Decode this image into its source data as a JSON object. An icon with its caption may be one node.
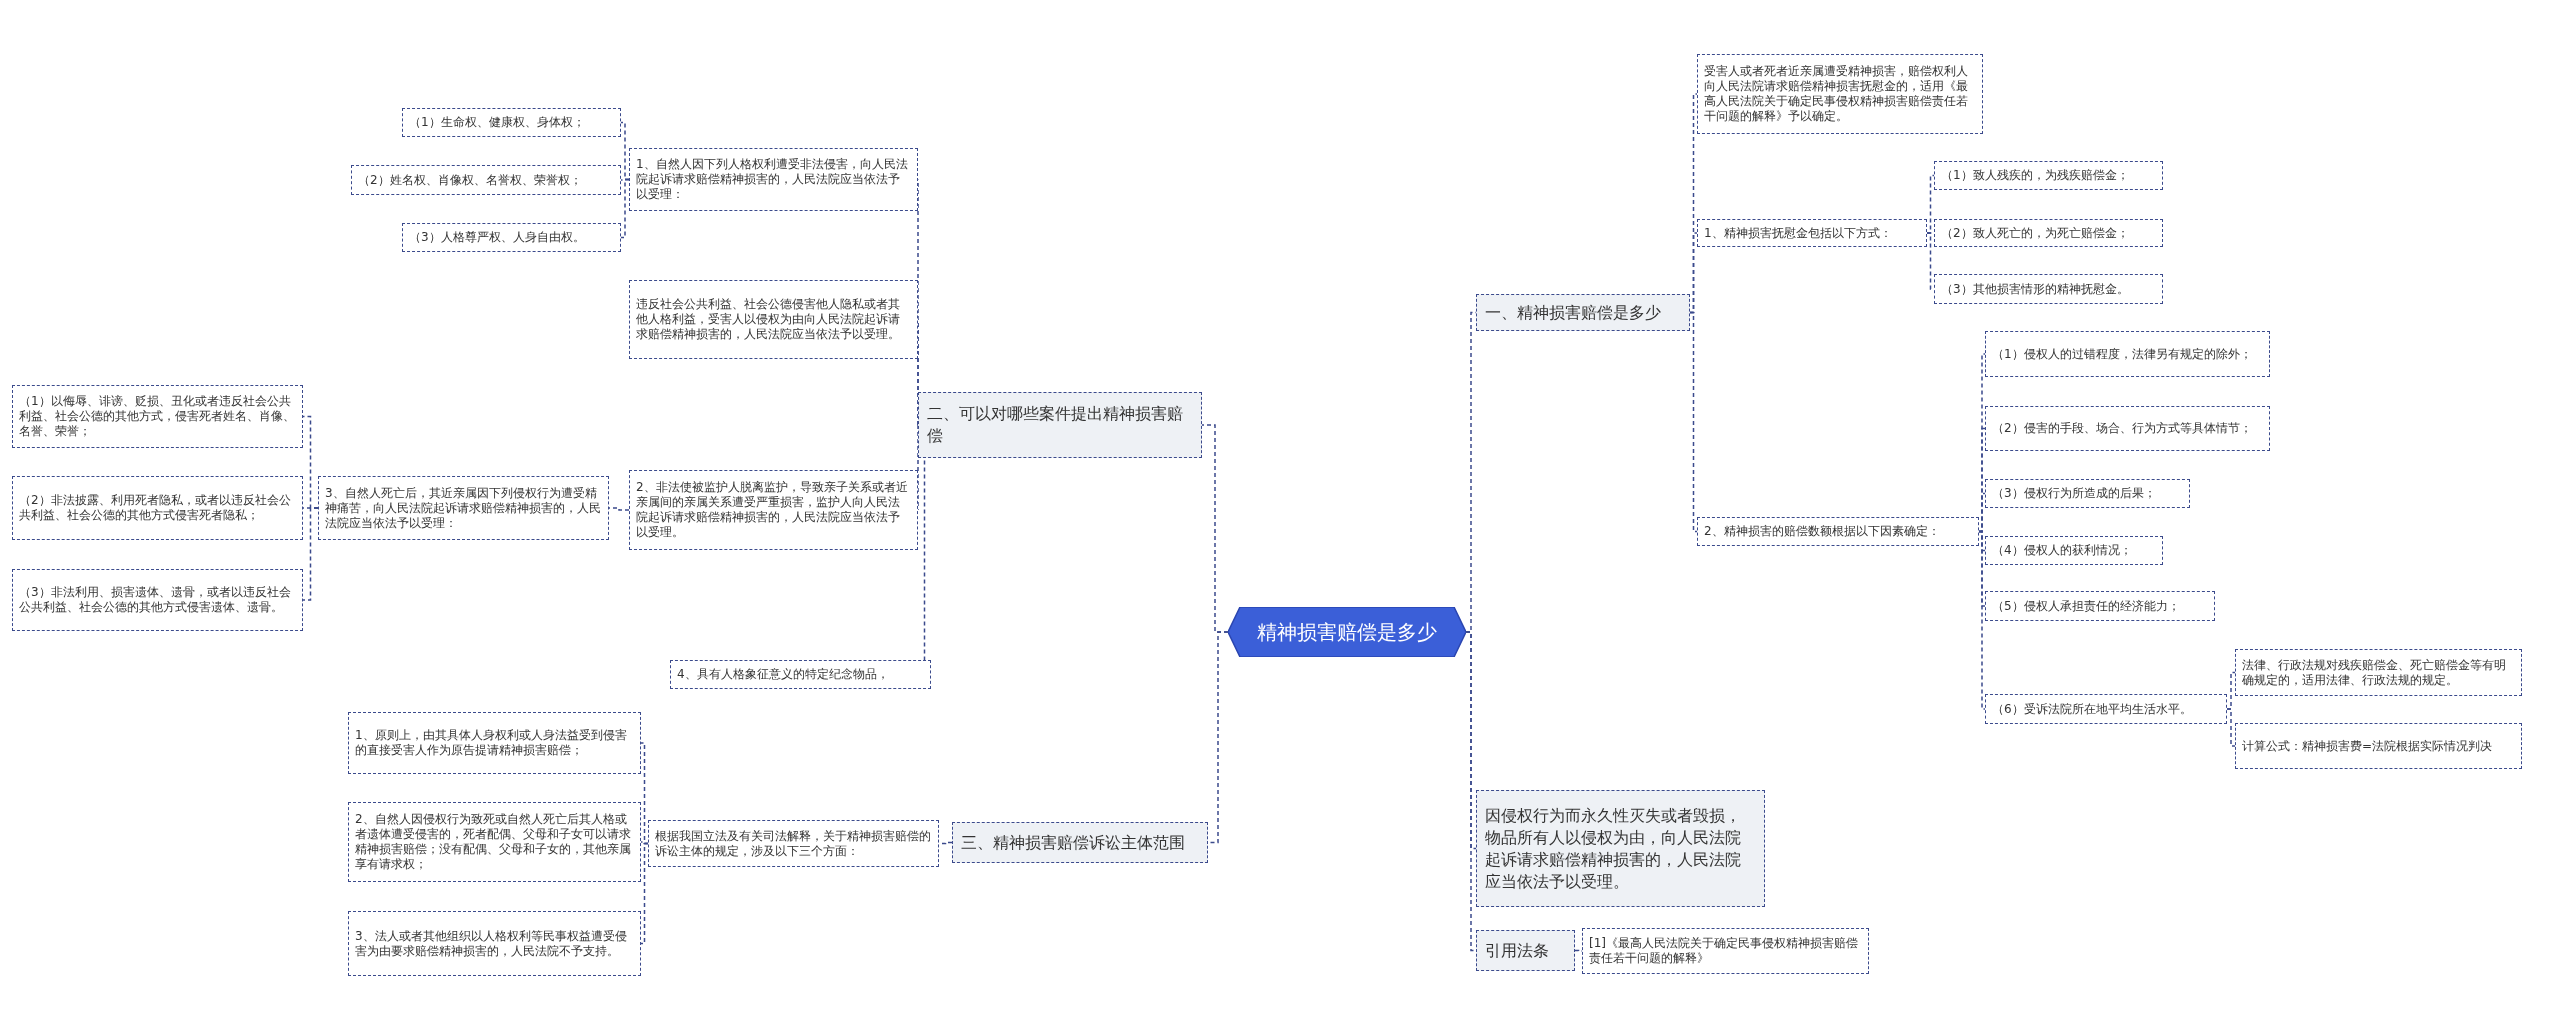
{
  "diagram": {
    "nodes": [
      {
        "text": [
          "精神损害赔偿是多少"
        ]
      },
      {
        "text": [
          "二、可以对哪些案件提出精神损害赔偿"
        ]
      },
      {
        "text": [
          "1、自然人因下列人格权利遭受非法侵害，向人民法院起诉请求赔偿精神损害的，人民法院应当依法予以受理："
        ]
      },
      {
        "text": [
          "（1）生命权、健康权、身体权；"
        ]
      },
      {
        "text": [
          "（2）姓名权、肖像权、名誉权、荣誉权；"
        ]
      },
      {
        "text": [
          "（3）人格尊严权、人身自由权。"
        ]
      },
      {
        "text": [
          "违反社会公共利益、社会公德侵害他人隐私或者其他人格利益，受害人以侵权为由向人民法院起诉请求赔偿精神损害的，人民法院应当依法予以受理。"
        ]
      },
      {
        "text": [
          "2、非法使被监护人脱离监护，导致亲子关系或者近亲属间的亲属关系遭受严重损害，监护人向人民法院起诉请求赔偿精神损害的，人民法院应当依法予以受理。"
        ]
      },
      {
        "text": [
          "3、自然人死亡后，其近亲属因下列侵权行为遭受精神痛苦，向人民法院起诉请求赔偿精神损害的，人民法院应当依法予以受理："
        ]
      },
      {
        "text": [
          "（1）以侮辱、诽谤、贬损、丑化或者违反社会公共利益、社会公德的其他方式，侵害死者姓名、肖像、名誉、荣誉；"
        ]
      },
      {
        "text": [
          "（2）非法披露、利用死者隐私，或者以违反社会公共利益、社会公德的其他方式侵害死者隐私；"
        ]
      },
      {
        "text": [
          "（3）非法利用、损害遗体、遗骨，或者以违反社会公共利益、社会公德的其他方式侵害遗体、遗骨。"
        ]
      },
      {
        "text": [
          "4、具有人格象征意义的特定纪念物品，"
        ]
      },
      {
        "text": [
          "三、精神损害赔偿诉讼主体范围"
        ]
      },
      {
        "text": [
          "根据我国立法及有关司法解释，关于精神损害赔偿的诉讼主体的规定，涉及以下三个方面："
        ]
      },
      {
        "text": [
          "1、原则上，由其具体人身权利或人身法益受到侵害的直接受害人作为原告提请精神损害赔偿；"
        ]
      },
      {
        "text": [
          "2、自然人因侵权行为致死或自然人死亡后其人格或者遗体遭受侵害的，死者配偶、父母和子女可以请求精神损害赔偿；没有配偶、父母和子女的，其他亲属享有请求权；"
        ]
      },
      {
        "text": [
          "3、法人或者其他组织以人格权利等民事权益遭受侵害为由要求赔偿精神损害的，人民法院不予支持。"
        ]
      },
      {
        "text": [
          "一、精神损害赔偿是多少"
        ]
      },
      {
        "text": [
          "受害人或者死者近亲属遭受精神损害，赔偿权利人向人民法院请求赔偿精神损害抚慰金的，适用《最高人民法院关于确定民事侵权精神损害赔偿责任若干问题的解释》予以确定。"
        ]
      },
      {
        "text": [
          "1、精神损害抚慰金包括以下方式："
        ]
      },
      {
        "text": [
          "（1）致人残疾的，为残疾赔偿金；"
        ]
      },
      {
        "text": [
          "（2）致人死亡的，为死亡赔偿金；"
        ]
      },
      {
        "text": [
          "（3）其他损害情形的精神抚慰金。"
        ]
      },
      {
        "text": [
          "2、精神损害的赔偿数额根据以下因素确定："
        ]
      },
      {
        "text": [
          "（1）侵权人的过错程度，法律另有规定的除外；"
        ]
      },
      {
        "text": [
          "（2）侵害的手段、场合、行为方式等具体情节；"
        ]
      },
      {
        "text": [
          "（3）侵权行为所造成的后果；"
        ]
      },
      {
        "text": [
          "（4）侵权人的获利情况；"
        ]
      },
      {
        "text": [
          "（5）侵权人承担责任的经济能力；"
        ]
      },
      {
        "text": [
          "（6）受诉法院所在地平均生活水平。"
        ]
      },
      {
        "text": [
          "法律、行政法规对残疾赔偿金、死亡赔偿金等有明确规定的，适用法律、行政法规的规定。"
        ]
      },
      {
        "text": [
          "计算公式：精神损害费=法院根据实际情况判决"
        ]
      },
      {
        "text": [
          "因侵权行为而永久性灭失或者毁损，物品所有人以侵权为由，向人民法院起诉请求赔偿精神损害的，人民法院应当依法予以受理。"
        ]
      },
      {
        "text": [
          "引用法条"
        ]
      },
      {
        "text": [
          "[1]《最高人民法院关于确定民事侵权精神损害赔偿责任若干问题的解释》"
        ]
      }
    ],
    "edges": [
      {
        "from": 0,
        "to": 1,
        "arrow": "none"
      },
      {
        "from": 1,
        "to": 2,
        "arrow": "none"
      },
      {
        "from": 2,
        "to": 3,
        "arrow": "none"
      },
      {
        "from": 2,
        "to": 4,
        "arrow": "none"
      },
      {
        "from": 2,
        "to": 5,
        "arrow": "none"
      },
      {
        "from": 1,
        "to": 6,
        "arrow": "none"
      },
      {
        "from": 1,
        "to": 7,
        "arrow": "none"
      },
      {
        "from": 7,
        "to": 8,
        "arrow": "none"
      },
      {
        "from": 8,
        "to": 9,
        "arrow": "none"
      },
      {
        "from": 8,
        "to": 10,
        "arrow": "none"
      },
      {
        "from": 8,
        "to": 11,
        "arrow": "none"
      },
      {
        "from": 1,
        "to": 12,
        "arrow": "none"
      },
      {
        "from": 0,
        "to": 13,
        "arrow": "none"
      },
      {
        "from": 13,
        "to": 14,
        "arrow": "none"
      },
      {
        "from": 14,
        "to": 15,
        "arrow": "none"
      },
      {
        "from": 14,
        "to": 16,
        "arrow": "none"
      },
      {
        "from": 14,
        "to": 17,
        "arrow": "none"
      },
      {
        "from": 0,
        "to": 18,
        "arrow": "none"
      },
      {
        "from": 18,
        "to": 19,
        "arrow": "none"
      },
      {
        "from": 18,
        "to": 20,
        "arrow": "none"
      },
      {
        "from": 20,
        "to": 21,
        "arrow": "none"
      },
      {
        "from": 20,
        "to": 22,
        "arrow": "none"
      },
      {
        "from": 20,
        "to": 23,
        "arrow": "none"
      },
      {
        "from": 18,
        "to": 24,
        "arrow": "none"
      },
      {
        "from": 24,
        "to": 25,
        "arrow": "none"
      },
      {
        "from": 24,
        "to": 26,
        "arrow": "none"
      },
      {
        "from": 24,
        "to": 27,
        "arrow": "none"
      },
      {
        "from": 24,
        "to": 28,
        "arrow": "none"
      },
      {
        "from": 24,
        "to": 29,
        "arrow": "none"
      },
      {
        "from": 24,
        "to": 30,
        "arrow": "none"
      },
      {
        "from": 30,
        "to": 31,
        "arrow": "none"
      },
      {
        "from": 30,
        "to": 32,
        "arrow": "none"
      },
      {
        "from": 0,
        "to": 33,
        "arrow": "none"
      },
      {
        "from": 0,
        "to": 34,
        "arrow": "none"
      },
      {
        "from": 34,
        "to": 35,
        "arrow": "none"
      }
    ]
  }
}
